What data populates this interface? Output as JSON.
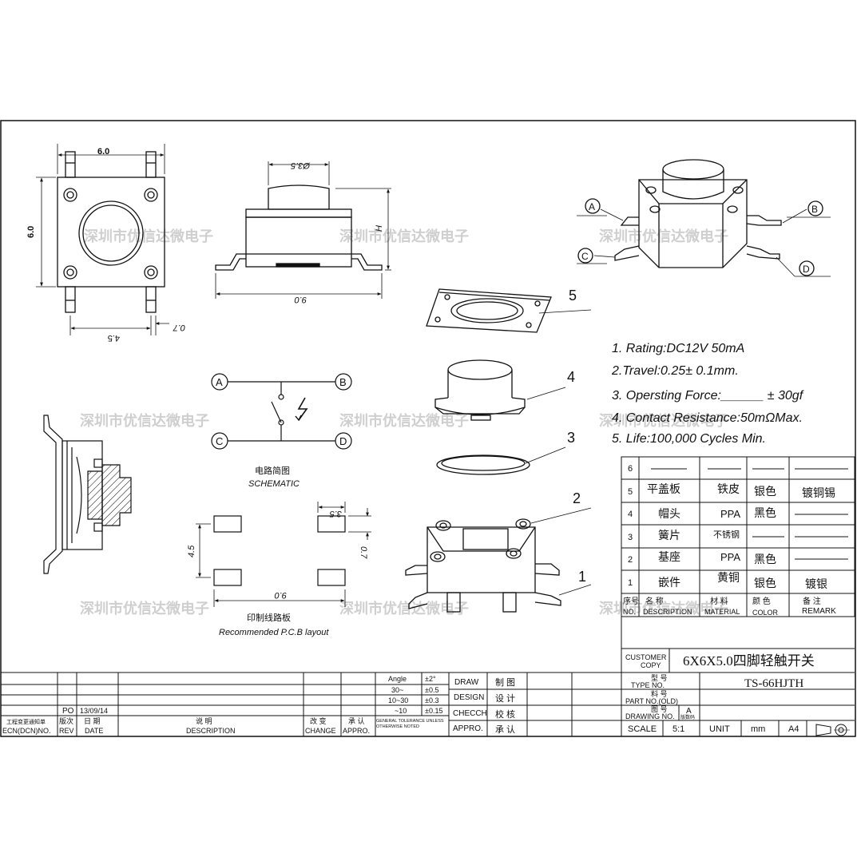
{
  "watermark": "深圳市优信达微电子",
  "top_view": {
    "width_label": "6.0",
    "height_label": "6.0",
    "pitch_label": "4.5",
    "pin_label": "0.7"
  },
  "side_view": {
    "button_dia_label": "Ø3.5",
    "height_label": "H",
    "length_label": "9.0"
  },
  "isometric": {
    "pins": [
      "A",
      "B",
      "C",
      "D"
    ]
  },
  "exploded": {
    "parts": [
      "5",
      "4",
      "3",
      "2",
      "1"
    ]
  },
  "schematic": {
    "pins": [
      "A",
      "B",
      "C",
      "D"
    ],
    "title_cn": "电路简图",
    "title_en": "SCHEMATIC"
  },
  "pcb_layout": {
    "pad_label": "3.5",
    "pitch_label": "4.5",
    "pad_h_label": "0.7",
    "length_label": "9.0",
    "title_cn": "印制线路板",
    "title_en": "Recommended P.C.B layout"
  },
  "specs": [
    "1. Rating:DC12V  50mA",
    "2.Travel:0.25± 0.1mm.",
    "3. Opersting Force:______ ± 30gf",
    "4. Contact Resistance:50mΩMax.",
    "5. Life:100,000 Cycles Min."
  ],
  "bom": {
    "rows": [
      {
        "no": "6",
        "name": "",
        "material": "",
        "color": "",
        "remark": ""
      },
      {
        "no": "5",
        "name": "平盖板",
        "material": "铁皮",
        "color": "银色",
        "remark": "镀铜锡"
      },
      {
        "no": "4",
        "name": "帽头",
        "material": "PPA",
        "color": "黑色",
        "remark": ""
      },
      {
        "no": "3",
        "name": "簧片",
        "material": "不锈钢",
        "color": "",
        "remark": ""
      },
      {
        "no": "2",
        "name": "基座",
        "material": "PPA",
        "color": "黑色",
        "remark": ""
      },
      {
        "no": "1",
        "name": "嵌件",
        "material": "黄铜",
        "color": "银色",
        "remark": "镀银"
      }
    ],
    "headers": {
      "no_cn": "序号",
      "no_en": "NO.",
      "name_cn": "名      称",
      "name_en": "DESCRIPTION",
      "material_cn": "材  料",
      "material_en": "MATERIAL",
      "color_cn": "颜    色",
      "color_en": "COLOR",
      "remark_cn": "备    注",
      "remark_en": "REMARK"
    }
  },
  "title_block": {
    "customer_label": "CUSTOMER",
    "copy_label": "COPY",
    "product_title": "6X6X5.0四脚轻触开关",
    "type_cn": "型  号",
    "type_en": "TYPE NO.",
    "type_value": "TS-66HJTH",
    "part_cn": "料  号",
    "part_en": "PART NO.(OLD)",
    "drawing_cn": "图  号",
    "drawing_en": "DRAWING NO.",
    "drawing_rev": "A",
    "rev_small": "版数码",
    "scale_label": "SCALE",
    "scale_value": "5:1",
    "unit_label": "UNIT",
    "unit_value": "mm",
    "size_value": "A4"
  },
  "revision": {
    "po": "PO",
    "date": "13/09/14",
    "ecn_cn": "工程变更通知单",
    "ecn_en": "ECN(DCN)NO.",
    "rev_cn": "版次",
    "rev_en": "REV",
    "date_cn": "日  期",
    "date_en": "DATE",
    "desc_cn": "说        明",
    "desc_en": "DESCRIPTION",
    "change_cn": "改  变",
    "change_en": "CHANGE",
    "appro_cn": "承  认",
    "appro_en": "APPRO."
  },
  "tolerance": {
    "rows": [
      [
        "Angle",
        "±2°"
      ],
      [
        "30~",
        "±0.5"
      ],
      [
        "10~30",
        "±0.3"
      ],
      [
        "~10",
        "±0.15"
      ]
    ],
    "note": "GENERAL TOLERANCE UNLESS OTHERWISE NOTED"
  },
  "approvals": [
    {
      "en": "DRAW",
      "cn": "制  图"
    },
    {
      "en": "DESIGN",
      "cn": "设  计"
    },
    {
      "en": "CHECCH",
      "cn": "校  核"
    },
    {
      "en": "APPRO.",
      "cn": "承  认"
    }
  ]
}
